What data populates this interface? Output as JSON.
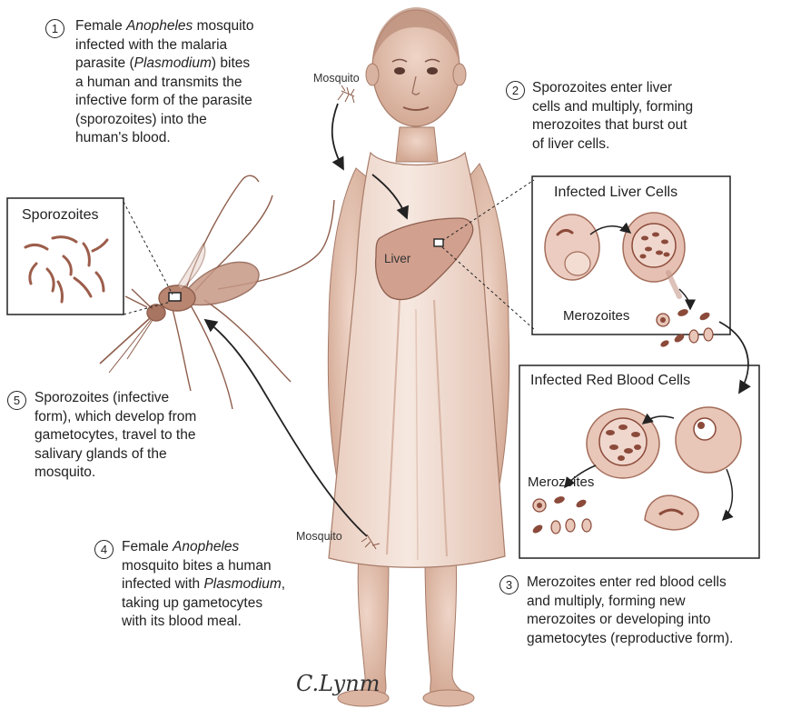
{
  "steps": [
    {
      "num": "1",
      "lines": [
        "Female <i>Anopheles</i> mosquito",
        "infected with the malaria",
        "parasite (<i>Plasmodium</i>) bites",
        "a human and transmits the",
        "infective form of the parasite",
        "(sporozoites) into the",
        "human's blood."
      ]
    },
    {
      "num": "2",
      "lines": [
        "Sporozoites enter liver",
        "cells and multiply, forming",
        "merozoites that burst out",
        "of liver cells."
      ]
    },
    {
      "num": "3",
      "lines": [
        "Merozoites enter red blood cells",
        "and multiply, forming new",
        "merozoites or developing into",
        "gametocytes (reproductive form)."
      ]
    },
    {
      "num": "4",
      "lines": [
        "Female <i>Anopheles</i>",
        "mosquito bites a human",
        "infected with <i>Plasmodium</i>,",
        "taking up gametocytes",
        "with its blood meal."
      ]
    },
    {
      "num": "5",
      "lines": [
        "Sporozoites (infective",
        "form), which develop from",
        "gametocytes, travel to the",
        "salivary glands of the",
        "mosquito."
      ]
    }
  ],
  "panels": {
    "sporozoites": "Sporozoites",
    "liver_cells": "Infected Liver Cells",
    "red_blood_cells": "Infected Red Blood Cells"
  },
  "labels": {
    "mosquito_top": "Mosquito",
    "mosquito_bottom": "Mosquito",
    "liver": "Liver",
    "merozoites_liver": "Merozoites",
    "merozoites_blood": "Merozoites"
  },
  "signature": "C.Lynm",
  "colors": {
    "skin": "#e4c3b3",
    "skin_shade": "#c99a86",
    "dress": "#f2e1d8",
    "liver": "#d2a08f",
    "cell_fill": "#e8c6b8",
    "cell_edge": "#a36c59",
    "parasite": "#8b4a3a",
    "mosquito": "#9b6a57",
    "line": "#222222"
  }
}
